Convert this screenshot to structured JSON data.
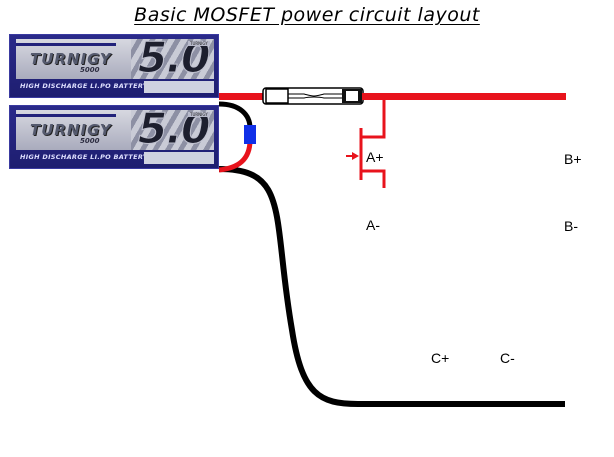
{
  "title": "Basic MOSFET power circuit layout",
  "batteries": [
    {
      "brand": "TURNIGY",
      "capacity_label": "5.0",
      "capacity_mah": "5000",
      "subtitle": "HIGH DISCHARGE LI.PO BATTERY",
      "tag": "TURNIGY"
    },
    {
      "brand": "TURNIGY",
      "capacity_label": "5.0",
      "capacity_mah": "5000",
      "subtitle": "HIGH DISCHARGE LI.PO BATTERY",
      "tag": "TURNIGY"
    }
  ],
  "components": {
    "fuse": "fuse",
    "series_jumper": "series-connector"
  },
  "mosfets": [
    {
      "id": "a-plus",
      "label": "A+",
      "side": "high",
      "phase": "A"
    },
    {
      "id": "a-minus",
      "label": "A-",
      "side": "low",
      "phase": "A"
    },
    {
      "id": "b-plus",
      "label": "B+",
      "side": "high",
      "phase": "B"
    },
    {
      "id": "b-minus",
      "label": "B-",
      "side": "low",
      "phase": "B"
    },
    {
      "id": "c-plus",
      "label": "C+",
      "side": "high",
      "phase": "C"
    },
    {
      "id": "c-minus",
      "label": "C-",
      "side": "low",
      "phase": "C"
    }
  ],
  "colors": {
    "positive": "#e8131c",
    "negative": "#000000",
    "motor": "#3b3b9a",
    "node": "#3030d0",
    "jumper": "#1030e8"
  }
}
